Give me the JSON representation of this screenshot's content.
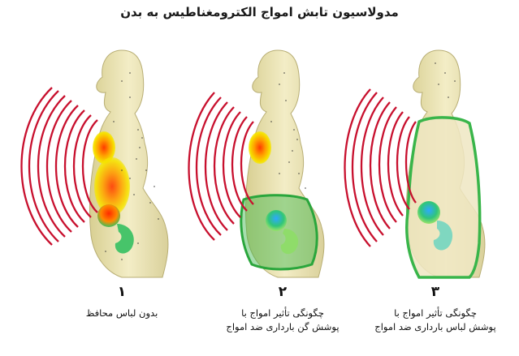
{
  "title": "مدولاسیون تابش امواج الکترومغناطیس به بدن",
  "panels": [
    {
      "number": "۱",
      "caption_line1": "بدون لباس محافظ",
      "caption_line2": ""
    },
    {
      "number": "۲",
      "caption_line1": "چگونگی تأثیر امواج با",
      "caption_line2": "پوشش گن بارداری ضد امواج"
    },
    {
      "number": "۳",
      "caption_line1": "چگونگی تأثیر امواج با",
      "caption_line2": "پوشش لباس بارداری ضد امواج"
    }
  ],
  "colors": {
    "wave": "#c8102e",
    "shield": "#39b54a",
    "body": "#efe9b8",
    "fetus": "#2fbf6a"
  },
  "icons": [
    "wave-arcs",
    "body-figure",
    "fetus",
    "shield-outline"
  ]
}
